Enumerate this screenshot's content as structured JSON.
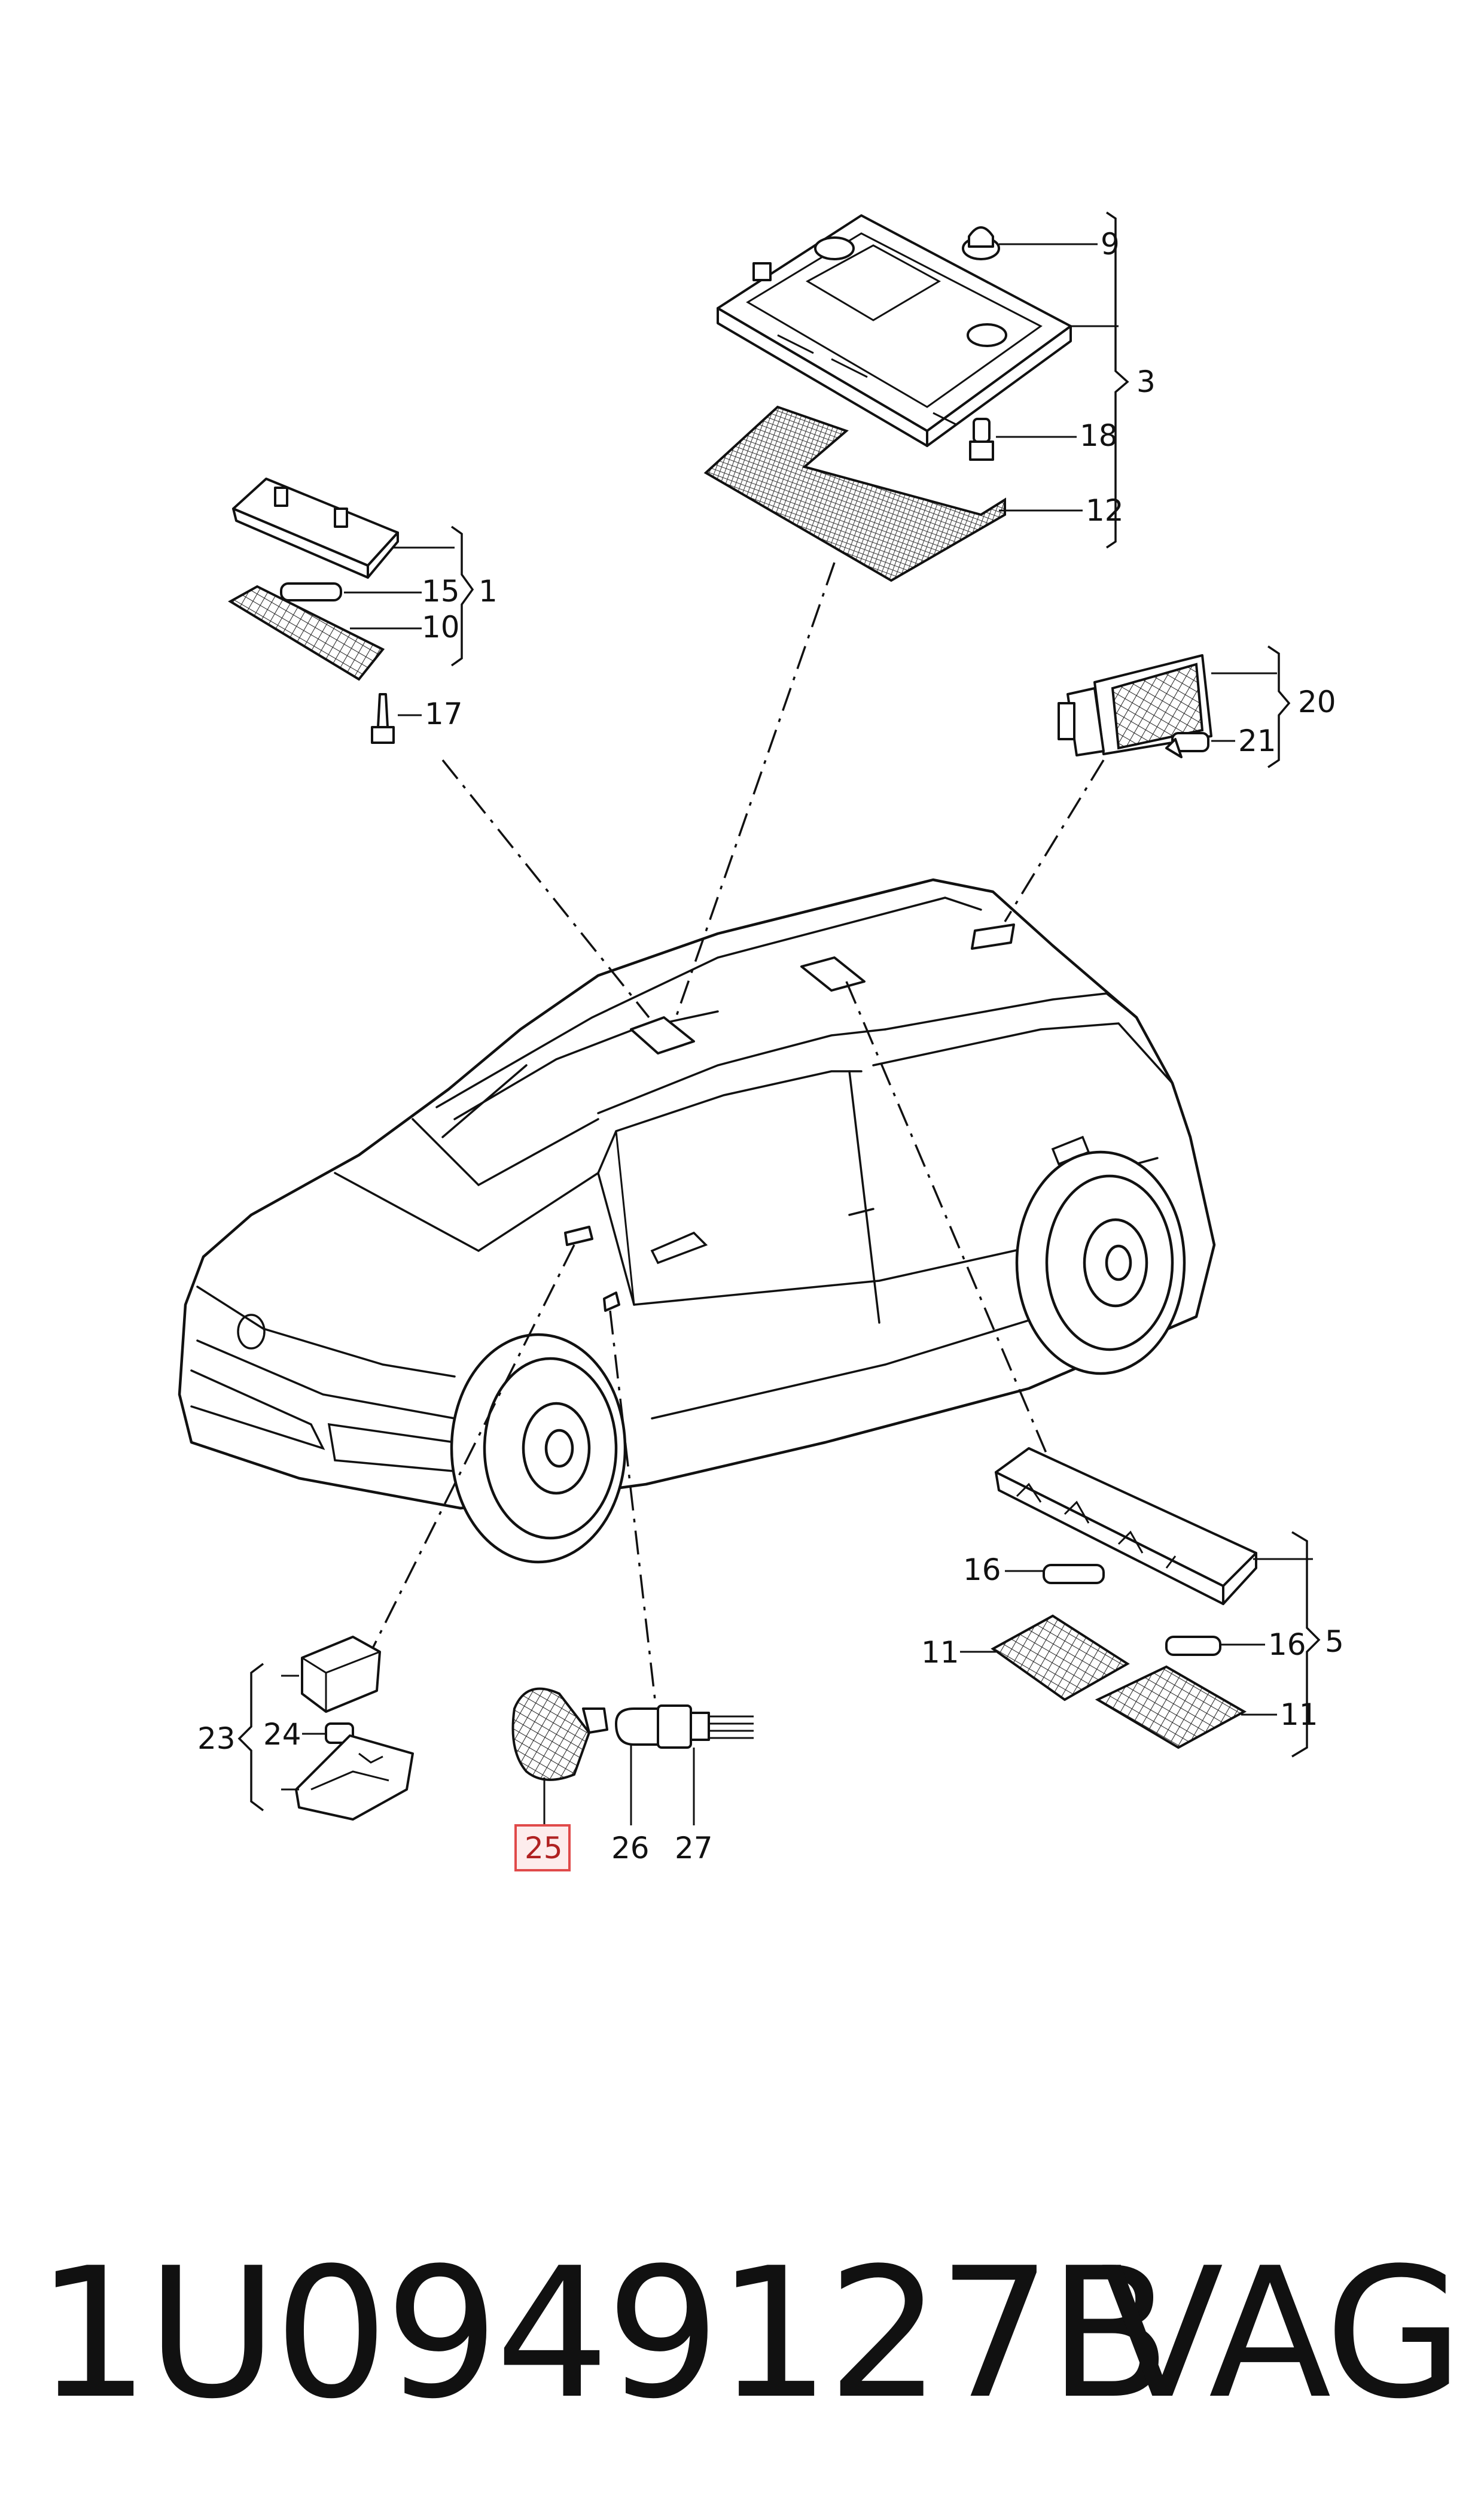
{
  "diagram": {
    "callouts": {
      "c1": "1",
      "c3": "3",
      "c5": "5",
      "c9": "9",
      "c10": "10",
      "c11a": "11",
      "c11b": "11",
      "c12": "12",
      "c15": "15",
      "c16a": "16",
      "c16b": "16",
      "c17": "17",
      "c18": "18",
      "c20": "20",
      "c21": "21",
      "c23": "23",
      "c24": "24",
      "c25": "25",
      "c26": "26",
      "c27": "27"
    },
    "highlighted_part": "25",
    "highlight_color": "#e04a4a"
  },
  "footer": {
    "part_number": "1U0949127B",
    "brand": "VAG"
  }
}
